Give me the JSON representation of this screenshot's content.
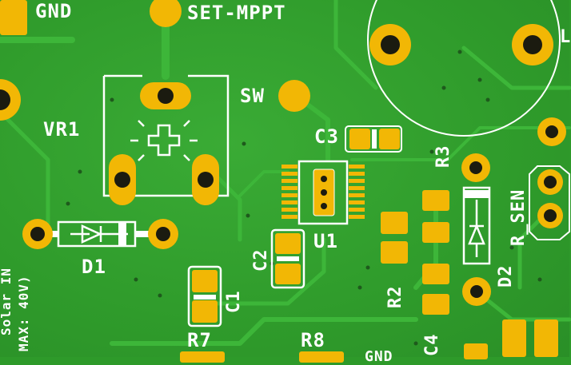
{
  "colors": {
    "board": "#2e9a2a",
    "trace": "#3fb33a",
    "copper": "#f2b705",
    "silkscreen": "#ffffff",
    "drill": "#1b1b10"
  },
  "labels": {
    "gnd_top": "GND",
    "set_mppt": "SET-MPPT",
    "sw": "SW",
    "vr1": "VR1",
    "c3": "C3",
    "r3": "R3",
    "r_sen": "R_SEN",
    "u1": "U1",
    "d1": "D1",
    "d2": "D2",
    "c2": "C2",
    "c1": "C1",
    "r2": "R2",
    "r7": "R7",
    "r8": "R8",
    "c4": "C4",
    "l_partial": "L",
    "gnd_bottom": "GND",
    "solar_in": "Solar IN",
    "max_voltage": "MAX: 40V)"
  }
}
